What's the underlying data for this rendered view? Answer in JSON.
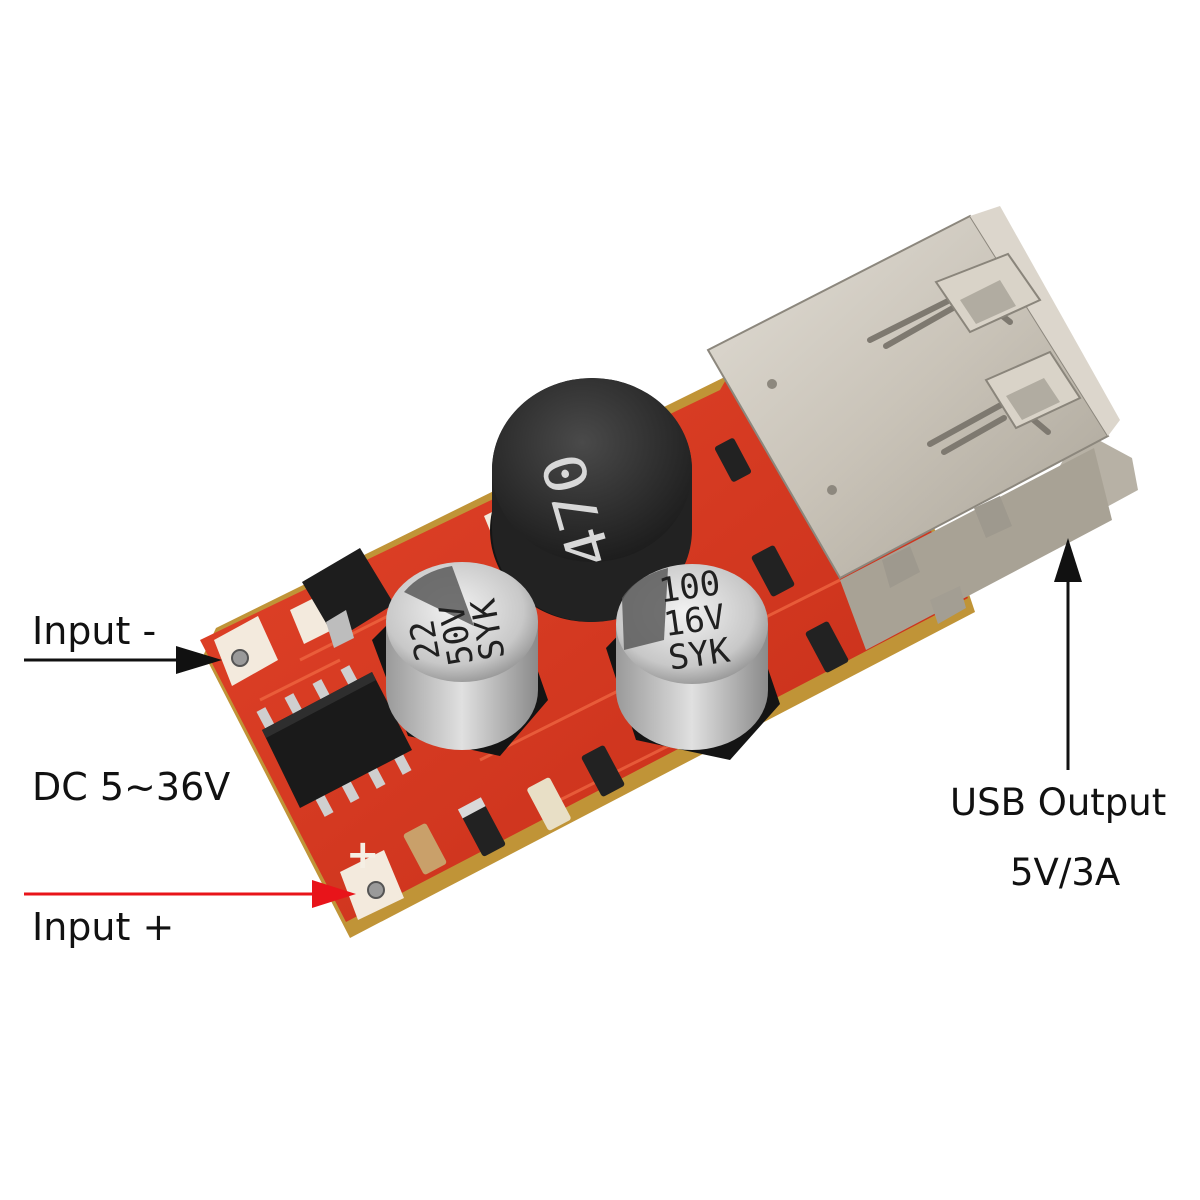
{
  "labels": {
    "input_minus": "Input -",
    "dc_range": "DC 5~36V",
    "input_plus": "Input +",
    "usb_output": "USB Output",
    "usb_rating": "5V/3A"
  },
  "component_markings": {
    "inductor": "470",
    "capacitor_input": [
      "22",
      "50V",
      "SYK"
    ],
    "capacitor_output": [
      "100",
      "16V",
      "SYK"
    ],
    "pcb_plus": "+"
  },
  "colors": {
    "pcb": "#d9371f",
    "pcb_edge": "#b8861f",
    "arrow_black": "#111111",
    "arrow_red": "#e8141a",
    "usb_metal": "#cfc9bf"
  }
}
